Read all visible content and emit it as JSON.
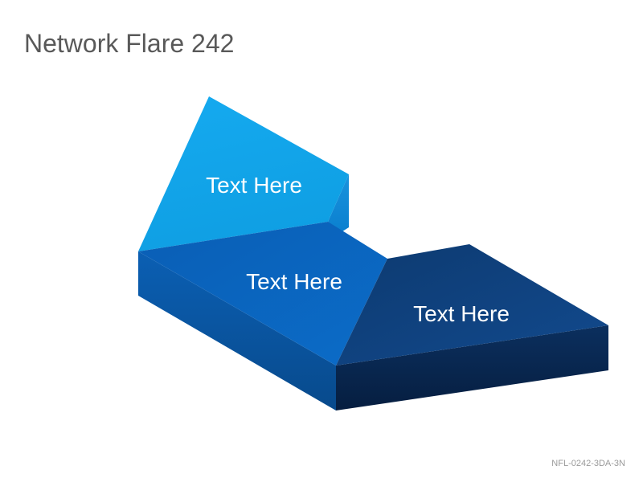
{
  "slide": {
    "title": "Network Flare 242",
    "code": "NFL-0242-3DA-3N"
  },
  "segments": [
    {
      "label": "Text Here",
      "color": "#11a8ec"
    },
    {
      "label": "Text Here",
      "color": "#0b66c2"
    },
    {
      "label": "Text Here",
      "color": "#0e3e77"
    }
  ]
}
